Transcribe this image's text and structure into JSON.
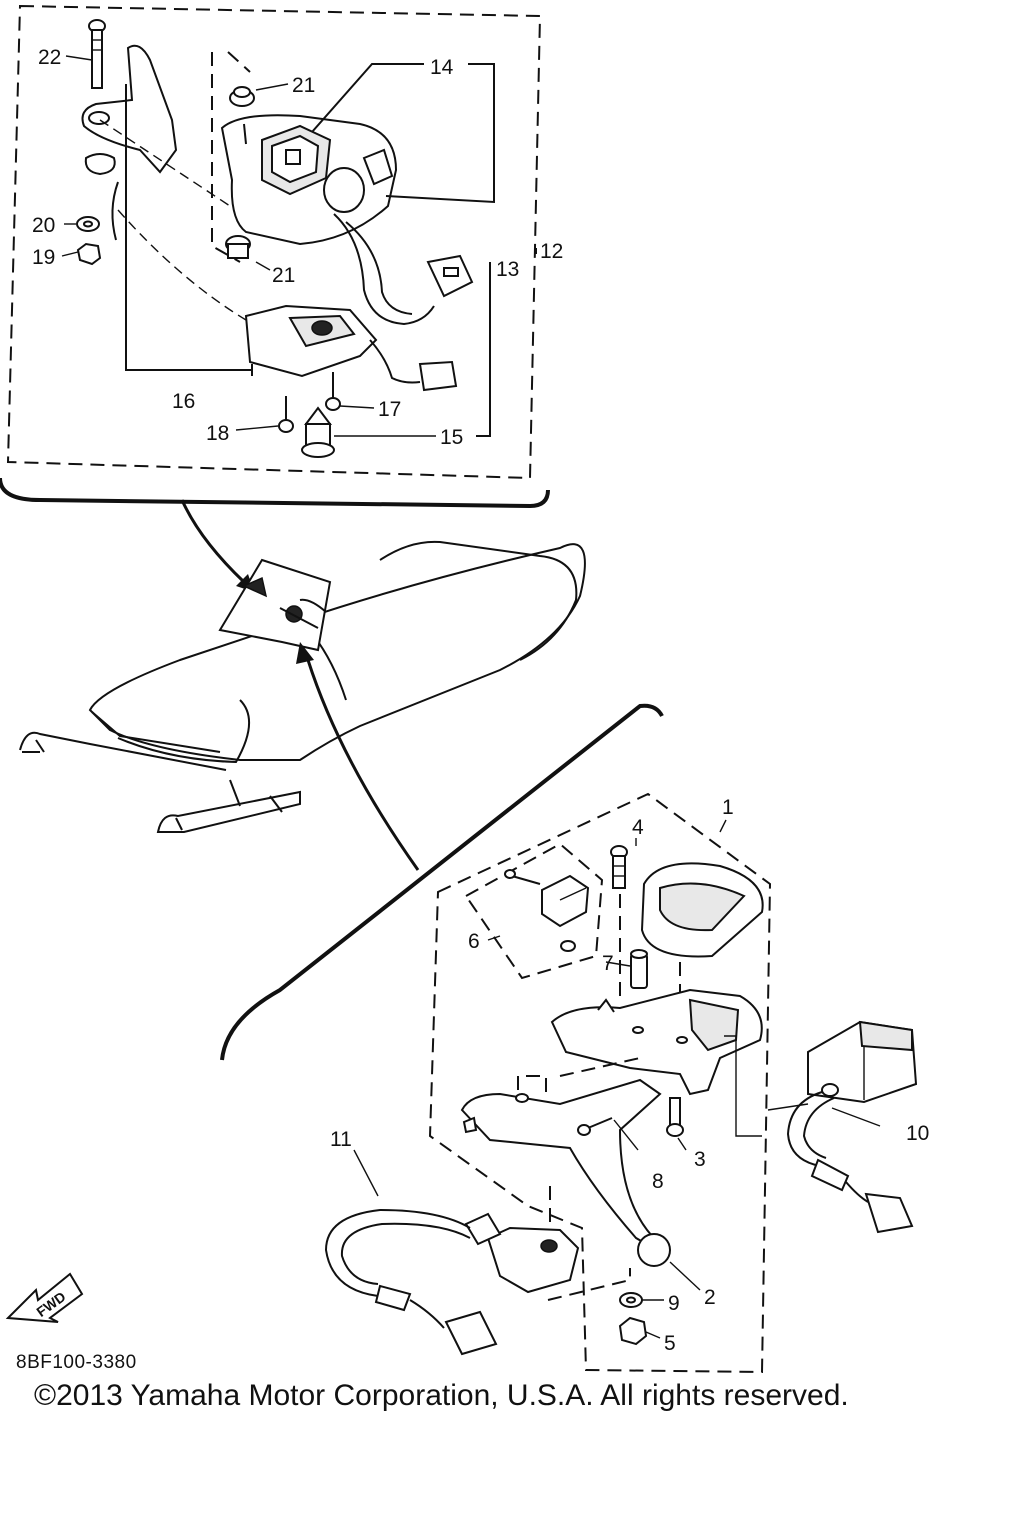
{
  "diagram": {
    "top_group": {
      "callouts": {
        "p12": "12",
        "p13": "13",
        "p14": "14",
        "p15": "15",
        "p16": "16",
        "p17": "17",
        "p18": "18",
        "p19": "19",
        "p20": "20",
        "p21a": "21",
        "p21b": "21",
        "p22": "22"
      }
    },
    "bottom_group": {
      "callouts": {
        "p1": "1",
        "p2": "2",
        "p3": "3",
        "p4": "4",
        "p5": "5",
        "p6": "6",
        "p7": "7",
        "p8": "8",
        "p9": "9",
        "p10": "10",
        "p11": "11"
      }
    },
    "fwd_arrow_label": "FWD"
  },
  "footer": {
    "code": "8BF100-3380",
    "copyright": "©2013 Yamaha Motor Corporation, U.S.A. All rights reserved."
  }
}
